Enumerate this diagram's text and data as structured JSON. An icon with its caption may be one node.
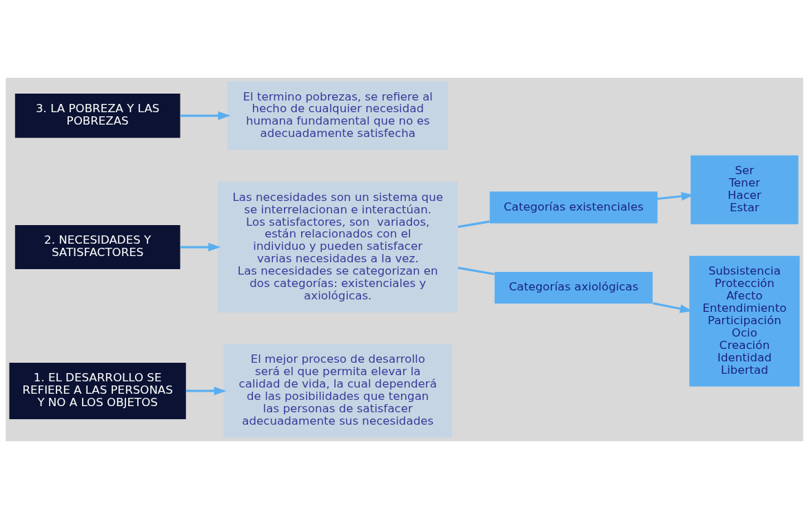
{
  "diagram": {
    "nodes": [
      {
        "text": [
          "1. EL DESARROLLO SE REFIERE A LAS PERSONAS Y NO A LOS OBJETOS"
        ]
      },
      {
        "text": [
          "El mejor proceso de desarrollo será el que permita elevar la calidad de vida, la cual dependerá de las posibilidades que tengan las personas de satisfacer adecuadamente sus necesidades"
        ]
      },
      {
        "text": [
          "2. NECESIDADES Y SATISFACTORES"
        ]
      },
      {
        "text": [
          "Las necesidades son un sistema que se interrelacionan e interactúan. Los satisfactores, son  variados, están relacionados con el individuo y pueden satisfacer varias necesidades a la vez.",
          "Las necesidades se categorizan en dos categorías: existenciales y axiológicas."
        ]
      },
      {
        "text": [
          "Categorías existenciales"
        ]
      },
      {
        "text": [
          "Categorías axiológicas"
        ]
      },
      {
        "text": [
          "Ser",
          "Tener",
          "Hacer",
          "Estar"
        ]
      },
      {
        "text": [
          "Subsistencia",
          "Protección",
          "Afecto",
          "Entendimiento",
          "Participación",
          "Ocio",
          "Creación",
          "Identidad",
          "Libertad"
        ]
      },
      {
        "text": [
          "3. LA POBREZA Y LAS POBREZAS"
        ]
      },
      {
        "text": [
          "El termino pobrezas, se refiere al hecho de cualquier necesidad humana fundamental que no es adecuadamente satisfecha"
        ]
      }
    ],
    "edges": [
      {
        "from": 0,
        "to": 1,
        "arrow": "to"
      },
      {
        "from": 2,
        "to": 3,
        "arrow": "to"
      },
      {
        "from": 3,
        "to": 4,
        "arrow": "none"
      },
      {
        "from": 3,
        "to": 5,
        "arrow": "none"
      },
      {
        "from": 4,
        "to": 6,
        "arrow": "to"
      },
      {
        "from": 5,
        "to": 7,
        "arrow": "to"
      },
      {
        "from": 8,
        "to": 9,
        "arrow": "to"
      }
    ]
  }
}
